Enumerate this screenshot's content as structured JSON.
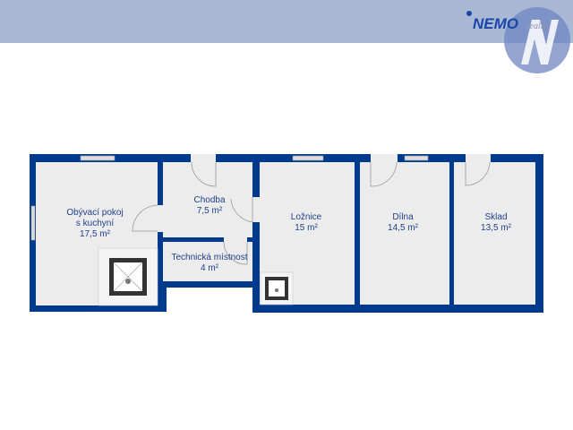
{
  "logo": {
    "brand": "NEMO",
    "sub": "reality"
  },
  "rooms": [
    {
      "name_line1": "Obývací pokoj",
      "name_line2": "s kuchyní",
      "area": "17,5 m²"
    },
    {
      "name": "Chodba",
      "area": "7,5 m²"
    },
    {
      "name": "Technická místnost",
      "area": "4 m²"
    },
    {
      "name": "Ložnice",
      "area": "15 m²"
    },
    {
      "name": "Dílna",
      "area": "14,5 m²"
    },
    {
      "name": "Sklad",
      "area": "13,5 m²"
    }
  ],
  "colors": {
    "wall": "#003a8c",
    "floor": "#ececec",
    "header": "#a9b8d4"
  }
}
